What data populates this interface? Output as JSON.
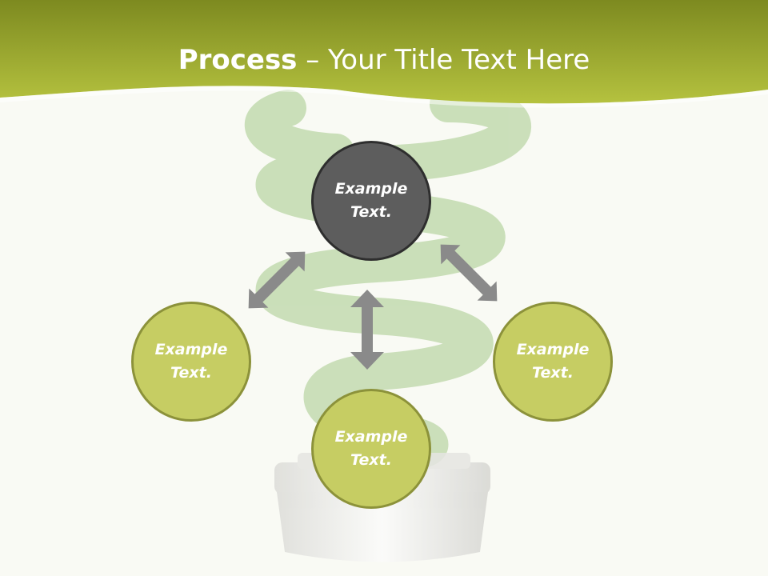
{
  "slide": {
    "title_bold": "Process",
    "title_rest": " – Your Title Text Here"
  },
  "nodes": {
    "top": {
      "line1": "Example",
      "line2": "Text."
    },
    "left": {
      "line1": "Example",
      "line2": "Text."
    },
    "right": {
      "line1": "Example",
      "line2": "Text."
    },
    "bottom": {
      "line1": "Example",
      "line2": "Text."
    }
  },
  "colors": {
    "header": "#a3b134",
    "node_fill": "#c6cd63",
    "node_border": "#8c923a",
    "center_fill": "#5d5d5d",
    "arrow": "#8a8a8a"
  }
}
